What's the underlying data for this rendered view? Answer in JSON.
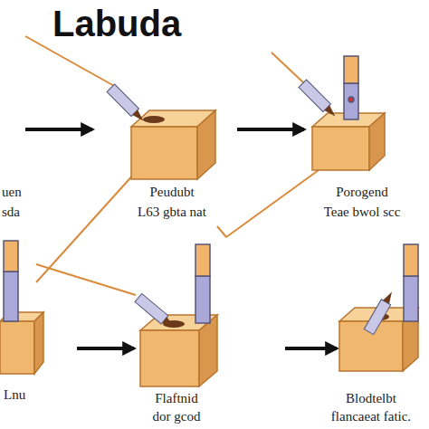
{
  "diagram": {
    "title": "Labuda",
    "labels": [
      "uen",
      "sda",
      "Peudubt",
      "L63 gbta nat",
      "Porogend",
      "Teae bwol scc",
      "Lnu",
      "Flaftnid",
      "dor gcod",
      "Blodtelbt",
      "flancaeat fatic."
    ]
  }
}
